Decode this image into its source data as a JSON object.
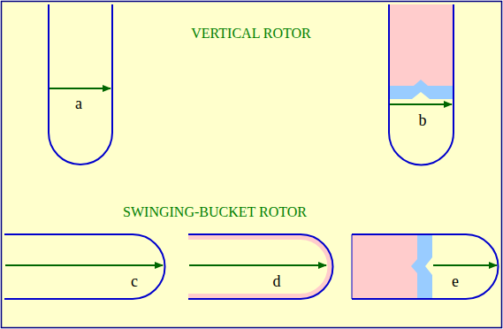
{
  "diagram": {
    "labels": [
      "a",
      "VERTICAL ROTOR",
      "b",
      "SWINGING-BUCKET ROTOR",
      "c",
      "d",
      "e"
    ]
  }
}
